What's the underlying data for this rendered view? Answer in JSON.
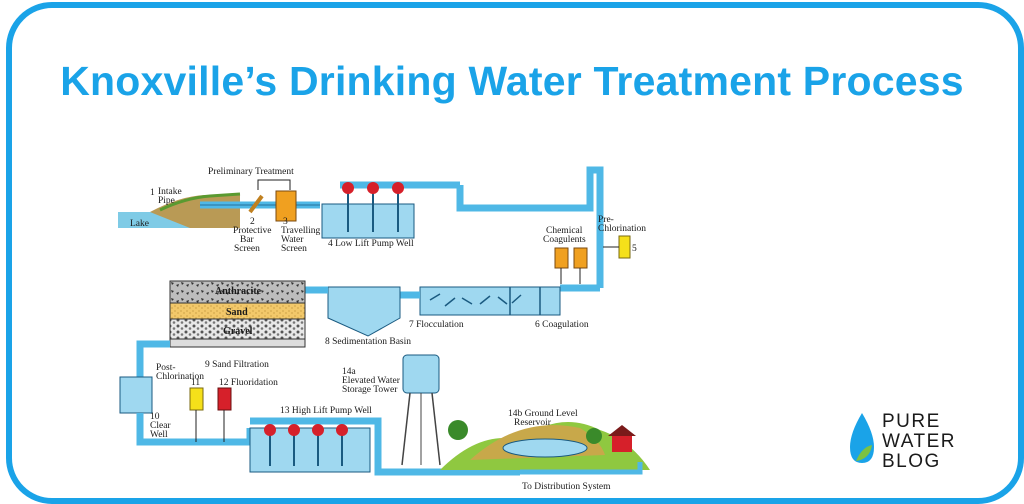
{
  "title": "Knoxville’s Drinking Water Treatment Process",
  "steps": {
    "lake": "Lake",
    "intake_num": "1",
    "intake_l1": "Intake",
    "intake_l2": "Pipe",
    "prelim": "Preliminary Treatment",
    "bar_num": "2",
    "bar_l1": "Protective",
    "bar_l2": "Bar",
    "bar_l3": "Screen",
    "trav_num": "3",
    "trav_l1": "Travelling",
    "trav_l2": "Water",
    "trav_l3": "Screen",
    "lowlift": "4 Low Lift Pump Well",
    "chem_l1": "Chemical",
    "chem_l2": "Coagulents",
    "prechlor_l1": "Pre-",
    "prechlor_l2": "Chlorination",
    "prechlor_num": "5",
    "anthracite": "Anthracite",
    "sand": "Sand",
    "gravel": "Gravel",
    "flocc": "7 Flocculation",
    "coag": "6 Coagulation",
    "sedim": "8 Sedimentation Basin",
    "sandfilt": "9 Sand Filtration",
    "postchlor_l1": "Post-",
    "postchlor_l2": "Chlorination",
    "clear_l1": "10",
    "clear_l2": "Clear",
    "clear_l3": "Well",
    "num11": "11",
    "fluor": "12 Fluoridation",
    "elev_l1": "14a",
    "elev_l2": "Elevated Water",
    "elev_l3": "Storage Tower",
    "highlift": "13 High Lift Pump Well",
    "ground_l1": "14b Ground Level",
    "ground_l2": "Reservoir",
    "distribution": "To Distribution System"
  },
  "logo": {
    "line1": "PURE",
    "line2": "WATER",
    "line3": "BLOG"
  },
  "colors": {
    "accent": "#1aa3e8",
    "pipe": "#4fb8e6",
    "pump": "#d6202a",
    "chemical": "#f0a020",
    "yellow": "#f5e01a"
  }
}
